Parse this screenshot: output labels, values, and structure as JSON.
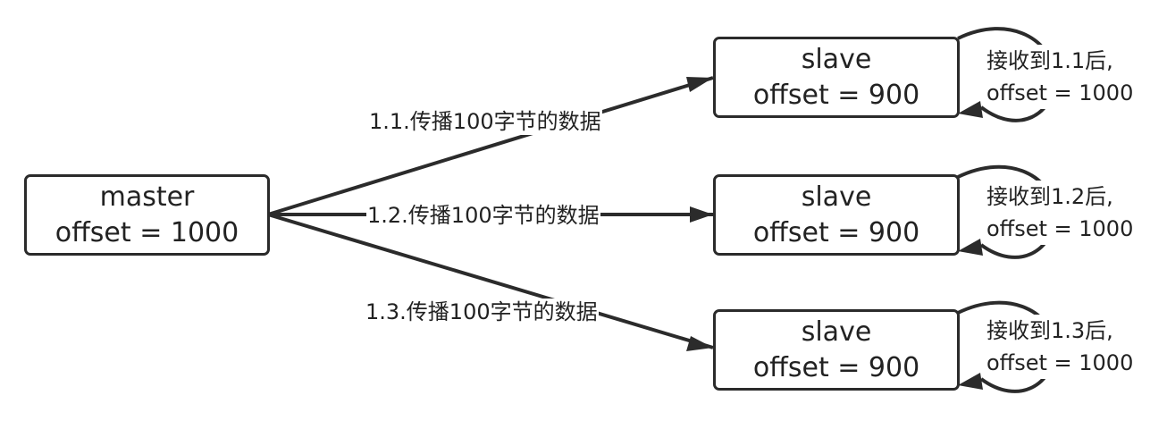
{
  "diagram": {
    "master": {
      "title": "master",
      "offset": "offset = 1000"
    },
    "slaves": [
      {
        "title": "slave",
        "offset": "offset = 900",
        "edge_label": "1.1.传播100字节的数据",
        "loop_line1": "接收到1.1后,",
        "loop_line2": "offset = 1000"
      },
      {
        "title": "slave",
        "offset": "offset = 900",
        "edge_label": "1.2.传播100字节的数据",
        "loop_line1": "接收到1.2后,",
        "loop_line2": "offset = 1000"
      },
      {
        "title": "slave",
        "offset": "offset = 900",
        "edge_label": "1.3.传播100字节的数据",
        "loop_line1": "接收到1.3后,",
        "loop_line2": "offset = 1000"
      }
    ],
    "colors": {
      "stroke": "#2b2b2b",
      "text": "#222222",
      "background": "#ffffff"
    }
  }
}
